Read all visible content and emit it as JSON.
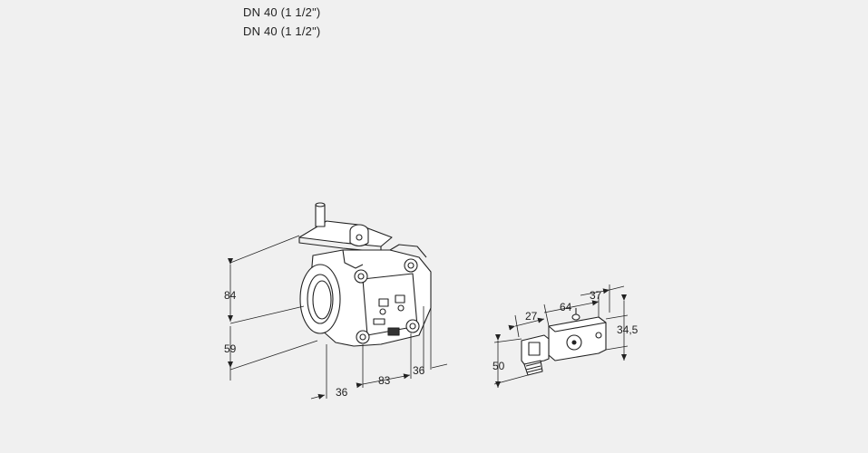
{
  "header": {
    "line1": "DN 40 (1 1/2\")",
    "line2": "DN 40 (1 1/2\")"
  },
  "valve_dimensions": {
    "height_upper": "84",
    "height_lower": "59",
    "width_left": "36",
    "width_mid": "83",
    "width_right": "36"
  },
  "actuator_dimensions": {
    "d27": "27",
    "d64": "64",
    "d37": "37",
    "d34_5": "34,5",
    "d50": "50"
  }
}
